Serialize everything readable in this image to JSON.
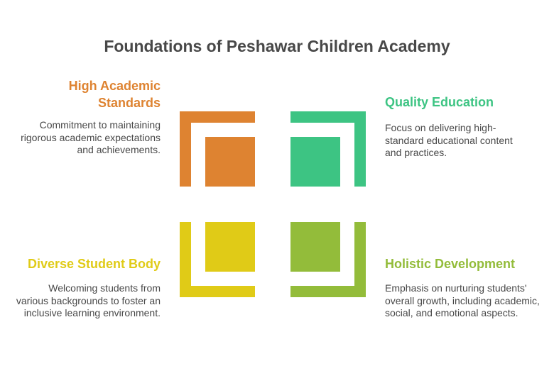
{
  "title": "Foundations of Peshawar Children Academy",
  "items": [
    {
      "heading": "High Academic Standards",
      "text": "Commitment to maintaining rigorous academic expectations and achievements.",
      "color": "#DE8331"
    },
    {
      "heading": "Quality Education",
      "text": "Focus on delivering high-standard educational content and practices.",
      "color": "#3DC483"
    },
    {
      "heading": "Diverse Student Body",
      "text": "Welcoming students from various backgrounds to foster an inclusive learning environment.",
      "color": "#E0CB17"
    },
    {
      "heading": "Holistic Development",
      "text": "Emphasis on nurturing students' overall growth, including academic, social, and emotional aspects.",
      "color": "#93BC3A"
    }
  ]
}
